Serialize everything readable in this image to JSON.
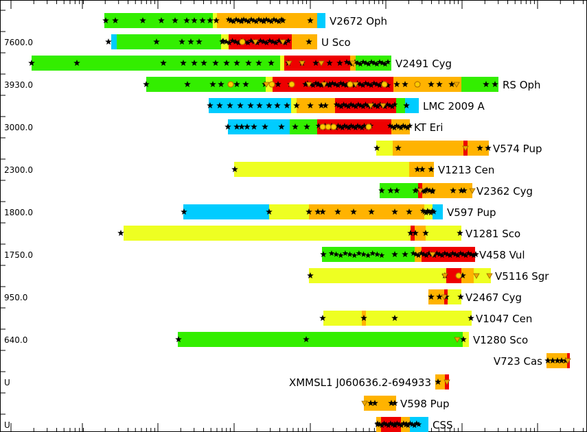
{
  "chart_data": {
    "type": "timeline",
    "title": "",
    "xlabel": "",
    "ylabel": "",
    "x_unit": "log(t)",
    "xlim": [
      0,
      855
    ],
    "colors": {
      "green": "#33ee00",
      "cyan": "#00ccff",
      "yellow": "#eeff22",
      "orange": "#ffb300",
      "red": "#ee0000"
    },
    "rows": [
      {
        "name": "V2672 Oph",
        "ylabel": "",
        "segments": [
          [
            152,
            310,
            "green"
          ],
          [
            310,
            316,
            "yellow"
          ],
          [
            316,
            462,
            "orange"
          ],
          [
            462,
            474,
            "cyan"
          ]
        ],
        "stars": [
          154,
          168,
          208,
          235,
          255,
          272,
          283,
          295,
          306,
          315,
          336,
          352,
          384,
          412,
          452
        ],
        "dense": [
          [
            333,
            410,
            22
          ]
        ],
        "tris": [],
        "circles": []
      },
      {
        "name": "U Sco",
        "ylabel": "7600.0",
        "segments": [
          [
            162,
            170,
            "cyan"
          ],
          [
            170,
            322,
            "green"
          ],
          [
            322,
            333,
            "yellow"
          ],
          [
            333,
            425,
            "red"
          ],
          [
            425,
            462,
            "orange"
          ]
        ],
        "stars": [
          158,
          228,
          265,
          278,
          290,
          324,
          450
        ],
        "dense": [
          [
            325,
            420,
            22
          ]
        ],
        "tris": [
          372,
          412
        ],
        "circles": [
          353
        ]
      },
      {
        "name": "V2491 Cyg",
        "ylabel": "",
        "segments": [
          [
            46,
            408,
            "green"
          ],
          [
            408,
            414,
            "yellow"
          ],
          [
            414,
            510,
            "red"
          ],
          [
            510,
            518,
            "orange"
          ],
          [
            518,
            570,
            "green"
          ]
        ],
        "stars": [
          46,
          112,
          238,
          267,
          283,
          297,
          314,
          330,
          345,
          362,
          377,
          395,
          420,
          440,
          460,
          480,
          495
        ],
        "dense": [
          [
            505,
            565,
            16
          ]
        ],
        "tris": [
          421,
          440,
          468,
          514
        ],
        "circles": []
      },
      {
        "name": "RS Oph",
        "ylabel": "3930.0",
        "segments": [
          [
            213,
            387,
            "green"
          ],
          [
            387,
            397,
            "yellow"
          ],
          [
            397,
            573,
            "red"
          ],
          [
            573,
            672,
            "orange"
          ],
          [
            672,
            726,
            "green"
          ]
        ],
        "stars": [
          213,
          273,
          310,
          322,
          345,
          358,
          386,
          405,
          423,
          445,
          463,
          480,
          500,
          578,
          590,
          608,
          628,
          640,
          658,
          708,
          721
        ],
        "dense": [
          [
            448,
            565,
            30
          ]
        ],
        "tris": [
          388,
          450,
          472,
          518,
          665
        ],
        "circles": [
          336,
          396,
          425,
          510,
          560,
          608
        ]
      },
      {
        "name": "LMC 2009 A",
        "ylabel": "",
        "segments": [
          [
            304,
            424,
            "cyan"
          ],
          [
            424,
            432,
            "yellow"
          ],
          [
            432,
            488,
            "orange"
          ],
          [
            488,
            577,
            "red"
          ],
          [
            577,
            590,
            "green"
          ],
          [
            590,
            610,
            "cyan"
          ]
        ],
        "stars": [
          306,
          320,
          335,
          350,
          365,
          378,
          392,
          404,
          418,
          432,
          452,
          468,
          474,
          592
        ],
        "dense": [
          [
            490,
            575,
            25
          ]
        ],
        "tris": [
          540,
          558
        ],
        "circles": []
      },
      {
        "name": "KT Eri",
        "ylabel": "3000.0",
        "segments": [
          [
            332,
            422,
            "cyan"
          ],
          [
            422,
            462,
            "green"
          ],
          [
            462,
            570,
            "red"
          ],
          [
            570,
            597,
            "orange"
          ]
        ],
        "stars": [
          332,
          345,
          352,
          360,
          370,
          386,
          410,
          430,
          447
        ],
        "dense": [
          [
            464,
            540,
            25
          ],
          [
            568,
            597,
            10
          ]
        ],
        "tris": [],
        "circles": [
          470,
          478,
          486,
          537
        ]
      },
      {
        "name": "V574 Pup",
        "ylabel": "",
        "segments": [
          [
            548,
            572,
            "yellow"
          ],
          [
            572,
            675,
            "orange"
          ],
          [
            675,
            681,
            "red"
          ],
          [
            681,
            712,
            "orange"
          ]
        ],
        "stars": [
          549,
          580,
          699,
          711
        ],
        "dense": [],
        "tris": [
          678
        ],
        "circles": []
      },
      {
        "name": "V1213 Cen",
        "ylabel": "2300.0",
        "segments": [
          [
            341,
            596,
            "yellow"
          ],
          [
            596,
            632,
            "orange"
          ]
        ],
        "stars": [
          342,
          608,
          615,
          628
        ],
        "dense": [],
        "tris": [],
        "circles": []
      },
      {
        "name": "V2362 Cyg",
        "ylabel": "",
        "segments": [
          [
            553,
            609,
            "green"
          ],
          [
            609,
            615,
            "red"
          ],
          [
            615,
            688,
            "orange"
          ]
        ],
        "stars": [
          556,
          569,
          578,
          605,
          620,
          630,
          660,
          672,
          676
        ],
        "dense": [
          [
            610,
            630,
            6
          ]
        ],
        "tris": [
          612,
          688
        ],
        "circles": []
      },
      {
        "name": "V597 Pup",
        "ylabel": "1800.0",
        "segments": [
          [
            267,
            392,
            "cyan"
          ],
          [
            392,
            450,
            "yellow"
          ],
          [
            450,
            618,
            "orange"
          ],
          [
            618,
            630,
            "yellow"
          ],
          [
            630,
            645,
            "cyan"
          ]
        ],
        "stars": [
          268,
          392,
          450,
          463,
          470,
          492,
          515,
          541,
          575,
          596
        ],
        "dense": [
          [
            616,
            632,
            8
          ]
        ],
        "tris": [],
        "circles": []
      },
      {
        "name": "V1281 Sco",
        "ylabel": "",
        "segments": [
          [
            180,
            598,
            "yellow"
          ],
          [
            598,
            604,
            "red"
          ],
          [
            604,
            620,
            "orange"
          ],
          [
            620,
            672,
            "yellow"
          ]
        ],
        "stars": [
          176,
          598,
          605,
          620,
          670
        ],
        "dense": [],
        "tris": [],
        "circles": []
      },
      {
        "name": "V458 Vul",
        "ylabel": "1750.0",
        "segments": [
          [
            469,
            604,
            "green"
          ],
          [
            604,
            614,
            "orange"
          ],
          [
            614,
            692,
            "red"
          ]
        ],
        "stars": [
          471,
          575,
          590,
          693
        ],
        "dense": [
          [
            483,
            556,
            12
          ],
          [
            602,
            690,
            24
          ]
        ],
        "tris": [
          630
        ],
        "circles": []
      },
      {
        "name": "V5116 Sgr",
        "ylabel": "",
        "segments": [
          [
            450,
            650,
            "yellow"
          ],
          [
            650,
            672,
            "red"
          ],
          [
            672,
            690,
            "orange"
          ],
          [
            690,
            715,
            "yellow"
          ]
        ],
        "stars": [
          452,
          648,
          674
        ],
        "dense": [],
        "tris": [
          648,
          694,
          713
        ],
        "circles": [
          668
        ]
      },
      {
        "name": "V2467 Cyg",
        "ylabel": "950.0",
        "segments": [
          [
            624,
            647,
            "orange"
          ],
          [
            647,
            652,
            "red"
          ],
          [
            652,
            672,
            "yellow"
          ]
        ],
        "stars": [
          628,
          640,
          650,
          671
        ],
        "dense": [],
        "tris": [
          647
        ],
        "circles": []
      },
      {
        "name": "V1047 Cen",
        "ylabel": "",
        "segments": [
          [
            471,
            527,
            "yellow"
          ],
          [
            527,
            533,
            "orange"
          ],
          [
            533,
            687,
            "yellow"
          ]
        ],
        "stars": [
          470,
          530,
          575,
          686
        ],
        "dense": [],
        "tris": [],
        "circles": []
      },
      {
        "name": "V1280 Sco",
        "ylabel": "640.0",
        "segments": [
          [
            259,
            674,
            "green"
          ],
          [
            674,
            683,
            "yellow"
          ]
        ],
        "stars": [
          260,
          446,
          675
        ],
        "dense": [],
        "tris": [
          666
        ],
        "circles": []
      },
      {
        "name": "V723 Cas",
        "ylabel": "",
        "segments": [
          [
            796,
            826,
            "orange"
          ],
          [
            826,
            830,
            "red"
          ]
        ],
        "stars": [
          798,
          805,
          812,
          818,
          824
        ],
        "dense": [],
        "tris": [
          827
        ],
        "circles": []
      },
      {
        "name": "XMMSL1 J060636.2-694933",
        "ylabel": "U",
        "segments": [
          [
            634,
            648,
            "orange"
          ],
          [
            648,
            654,
            "red"
          ]
        ],
        "stars": [
          638
        ],
        "dense": [],
        "tris": [
          651
        ],
        "circles": []
      },
      {
        "name": "V598 Pup",
        "ylabel": "",
        "segments": [
          [
            530,
            577,
            "orange"
          ]
        ],
        "stars": [
          540,
          546,
          570,
          575
        ],
        "dense": [],
        "tris": [
          531
        ],
        "circles": []
      },
      {
        "name": "CSS",
        "ylabel": "U",
        "segments": [
          [
            548,
            555,
            "orange"
          ],
          [
            555,
            584,
            "red"
          ],
          [
            584,
            597,
            "orange"
          ],
          [
            597,
            624,
            "cyan"
          ]
        ],
        "stars": [
          550,
          575,
          592
        ],
        "dense": [
          [
            550,
            610,
            20
          ]
        ],
        "tris": [],
        "circles": []
      }
    ]
  }
}
